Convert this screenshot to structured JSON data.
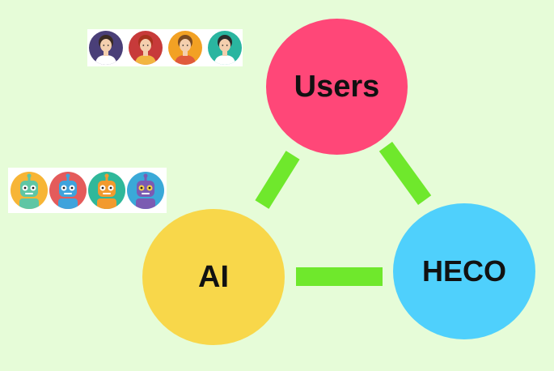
{
  "colors": {
    "background": "#e6fcd8",
    "connector": "#6fe82c",
    "users": "#ff4778",
    "ai": "#f8d74a",
    "heco": "#4fd0fc"
  },
  "nodes": {
    "users": {
      "label": "Users"
    },
    "ai": {
      "label": "AI"
    },
    "heco": {
      "label": "HECO"
    }
  },
  "human_avatars": [
    {
      "icon": "woman-avatar-icon",
      "bg": "#4a3f78",
      "skin": "#f4cfae",
      "hair": "#3a2a22",
      "shirt": "#ffffff"
    },
    {
      "icon": "woman-red-hair-avatar-icon",
      "bg": "#c73a3a",
      "skin": "#f4cfae",
      "hair": "#a8321d",
      "shirt": "#f2b540"
    },
    {
      "icon": "man-avatar-icon",
      "bg": "#f2a124",
      "skin": "#f4cfae",
      "hair": "#7a4a21",
      "shirt": "#e05a3b"
    },
    {
      "icon": "man-teal-avatar-icon",
      "bg": "#2ab5a0",
      "skin": "#f4cfae",
      "hair": "#2b2b2b",
      "shirt": "#ffffff"
    }
  ],
  "robot_avatars": [
    {
      "icon": "green-robot-icon",
      "bg": "#f7b536",
      "body": "#5fc6a4",
      "eye": "#ffffff"
    },
    {
      "icon": "blue-robot-icon",
      "bg": "#e45b5b",
      "body": "#3ea3dc",
      "eye": "#ffffff"
    },
    {
      "icon": "orange-robot-icon",
      "bg": "#2fb89a",
      "body": "#f29a2e",
      "eye": "#ffffff"
    },
    {
      "icon": "purple-robot-icon",
      "bg": "#3aa9d8",
      "body": "#7b5bb2",
      "eye": "#f7d14a"
    }
  ]
}
